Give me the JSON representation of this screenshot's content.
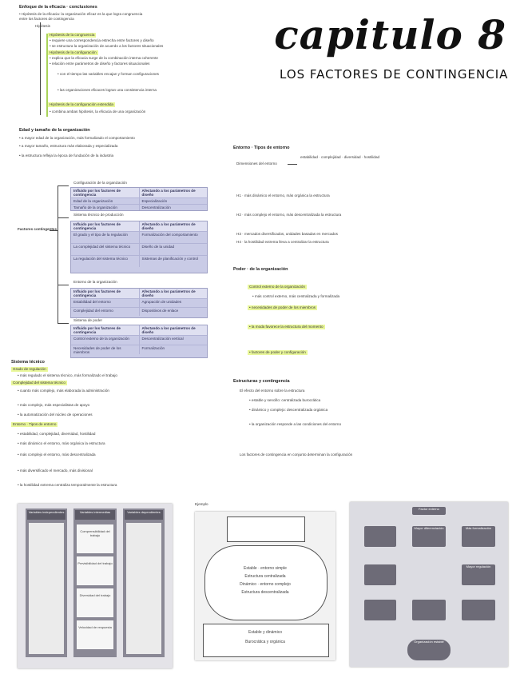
{
  "header": {
    "title": "capitulo 8",
    "subtitle": "LOS FACTORES DE CONTINGENCIA"
  },
  "left_notes": {
    "heading_1": "Enfoque de la eficacia · conclusiones",
    "lines": [
      "• Hipótesis de la eficacia: la organización eficaz es la que logra congruencia",
      "  entre los factores de contingencia",
      "Hipótesis",
      "Hipótesis de la congruencia",
      "• requiere una correspondencia estrecha entre factores y diseño",
      "• se estructura la organización de acuerdo a los factores situacionales",
      "Hipótesis de la configuración",
      "• explica que la eficacia surge de la combinación interna coherente",
      "• relación entre parámetros de diseño y factores situacionales",
      "  • con el tiempo las variables encajan y forman configuraciones",
      "  • las organizaciones eficaces logran una consistencia interna",
      "Hipótesis de la configuración extendida",
      "• combina ambas hipótesis, la eficacia de una organización"
    ],
    "heading_2": "Edad y tamaño de la organización",
    "lines_2": [
      "• a mayor edad de la organización, más formalizado el comportamiento",
      "• a mayor tamaño, estructura más elaborada y especializada",
      "• la estructura refleja la época de fundación de la industria"
    ],
    "branch_label": "Factores contingentes",
    "branches": [
      "Configuración de la organización",
      "Sistema técnico de producción",
      "Entorno de la organización",
      "Sistema de poder"
    ],
    "tables": [
      {
        "headers": [
          "Influido por los factores de contingencia",
          "Afectando a los parámetros de diseño"
        ],
        "rows": [
          [
            "Edad de la organización",
            "Especialización"
          ],
          [
            "Tamaño de la organización",
            "Descentralización"
          ]
        ]
      },
      {
        "headers": [
          "Influido por los factores de contingencia",
          "Afectando a los parámetros de diseño"
        ],
        "rows": [
          [
            "El grado y el tipo de la regulación",
            "Formalización del comportamiento"
          ],
          [
            "La complejidad del sistema técnico",
            "Diseño de la unidad"
          ],
          [
            "La regulación del sistema técnico",
            "Sistemas de planificación y control"
          ]
        ]
      },
      {
        "headers": [
          "Influido por los factores de contingencia",
          "Afectando a los parámetros de diseño"
        ],
        "rows": [
          [
            "Estabilidad del entorno",
            "Agrupación de unidades"
          ],
          [
            "Complejidad del entorno",
            "Dispositivos de enlace"
          ]
        ]
      },
      {
        "headers": [
          "Influido por los factores de contingencia",
          "Afectando a los parámetros de diseño"
        ],
        "rows": [
          [
            "Control externo de la organización",
            "Descentralización vertical"
          ],
          [
            "Necesidades de poder de los miembros",
            "Formalización"
          ]
        ]
      }
    ],
    "heading_3": "Sistema técnico",
    "lines_3": [
      "Grado de regulación",
      "• más regulado el sistema técnico, más formalizado el trabajo",
      "Complejidad del sistema técnico",
      "• cuanto más complejo, más elaborada la administración",
      "• más complejo, más especialistas de apoyo",
      "• la automatización del núcleo de operaciones",
      "Entorno · Tipos de entorno",
      "• estabilidad, complejidad, diversidad, hostilidad",
      "• más dinámico el entorno, más orgánica la estructura",
      "• más complejo el entorno, más descentralizada",
      "• más diversificado el mercado, más divisional",
      "• la hostilidad extrema centraliza temporalmente la estructura"
    ]
  },
  "right_notes": {
    "heading_1": "Entorno · Tipos de entorno",
    "lines": [
      "Dimensiones del entorno",
      "estabilidad · complejidad · diversidad · hostilidad",
      "H1 · más dinámico el entorno, más orgánica la estructura",
      "H2 · más complejo el entorno, más descentralizada la estructura",
      "H3 · mercados diversificados, unidades basadas en mercados",
      "H4 · la hostilidad extrema lleva a centralizar la estructura"
    ],
    "heading_2": "Poder · de la organización",
    "lines_2": [
      "Control externo de la organización",
      "• más control externo, más centralizada y formalizada",
      "• necesidades de poder de los miembros",
      "• la moda favorece la estructura del momento",
      "• factores de poder y configuración"
    ],
    "heading_3": "Estructuras y contingencia",
    "lines_3": [
      "El efecto del entorno sobre la estructura",
      "• estable y sencillo: centralizada burocrática",
      "• dinámico y complejo: descentralizada orgánica",
      "• la organización responde a las condiciones del entorno",
      "Los factores de contingencia en conjunto determinan la configuración"
    ]
  },
  "photos": {
    "label": "Ejemplo",
    "left_headers": [
      "Variables independientes",
      "Variables intermedias",
      "Variables dependientes"
    ],
    "left_items": [
      "Comprensibilidad del trabajo",
      "Previsibilidad del trabajo",
      "Diversidad del trabajo",
      "Velocidad de respuesta"
    ],
    "middle_lines": [
      "Estable · entorno simple",
      "Estructura centralizada",
      "Dinámico · entorno complejo",
      "Estructura descentralizada",
      "Estable y dinámico",
      "Burocrática y orgánica"
    ],
    "right_nodes": [
      "Factor externo",
      "Mayor diferenciación",
      "Más formalización",
      "Mayor regulación",
      "Organización estable"
    ]
  }
}
